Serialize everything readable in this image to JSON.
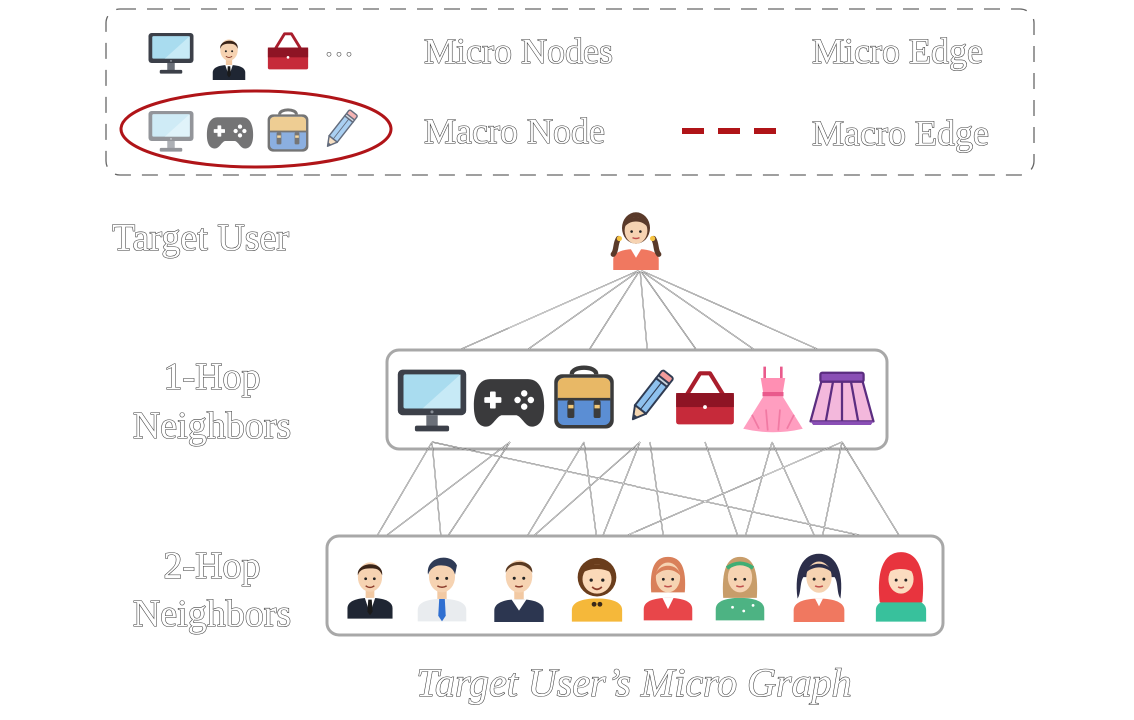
{
  "legend": {
    "micro_nodes_label": "Micro Nodes",
    "micro_edge_label": "Micro Edge",
    "macro_node_label": "Macro Node",
    "macro_edge_label": "Macro Edge",
    "ellipsis": "···"
  },
  "labels": {
    "target_user": "Target User",
    "hop1_line1": "1-Hop",
    "hop1_line2": "Neighbors",
    "hop2_line1": "2-Hop",
    "hop2_line2": "Neighbors",
    "caption": "Target User’s Micro Graph"
  },
  "graph": {
    "target": "girl-pigtails",
    "hop1_items": [
      "monitor",
      "gamepad",
      "school-bag",
      "pencil",
      "handbag",
      "pink-dress",
      "skirt"
    ],
    "hop2_users": [
      "man-suit",
      "man-shirt-tie",
      "man-sweater",
      "girl-yellow",
      "woman-red-blazer",
      "woman-headband",
      "woman-curly",
      "girl-redhair"
    ],
    "macro_node_items": [
      "monitor",
      "gamepad",
      "school-bag",
      "pencil"
    ],
    "macro_edge_color": "#b01418",
    "macro_ellipse_color": "#b01418"
  }
}
